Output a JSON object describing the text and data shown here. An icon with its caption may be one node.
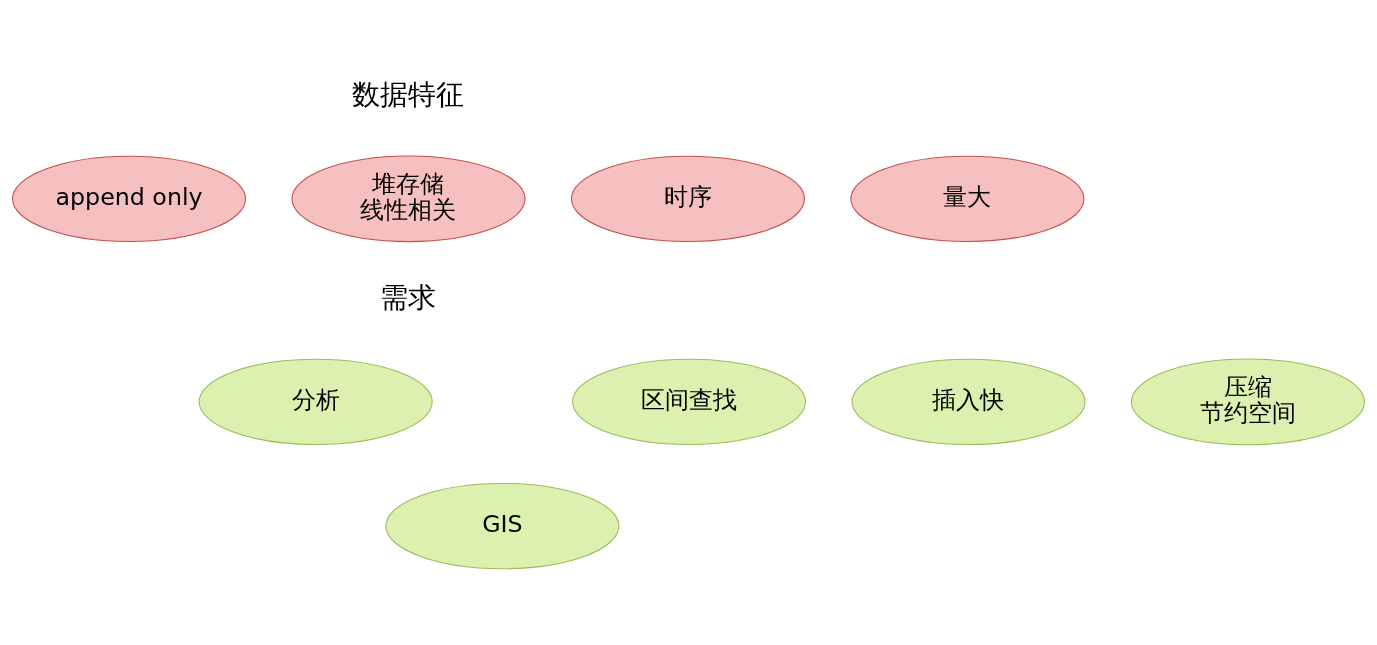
{
  "diagram": {
    "nodes": [
      {
        "text": [
          "append only"
        ]
      },
      {
        "text": [
          "堆存储",
          "线性相关"
        ]
      },
      {
        "text": [
          "时序"
        ]
      },
      {
        "text": [
          "量大"
        ]
      },
      {
        "text": [
          "区间查找"
        ]
      },
      {
        "text": [
          "分析"
        ]
      },
      {
        "text": [
          "插入快"
        ]
      },
      {
        "text": [
          "压缩",
          "节约空间"
        ]
      },
      {
        "text": [
          "GIS"
        ]
      }
    ],
    "edges": [],
    "labels": [
      "数据特征",
      "需求"
    ]
  }
}
